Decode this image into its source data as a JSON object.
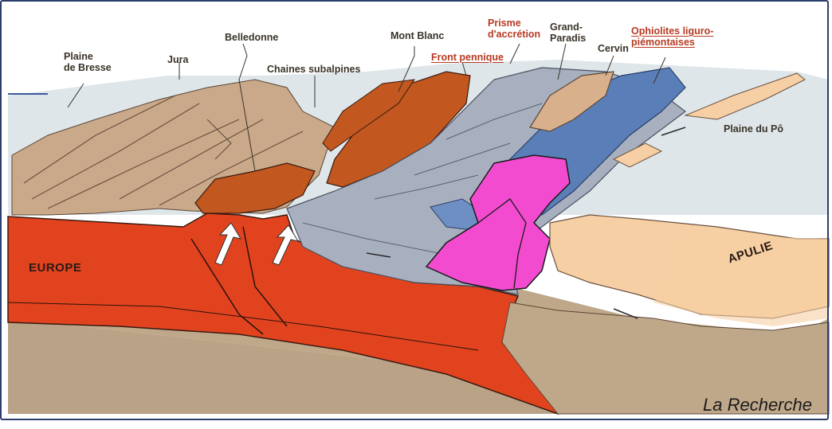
{
  "labels": {
    "plaine_bresse": "Plaine\nde Bresse",
    "jura": "Jura",
    "belledonne": "Belledonne",
    "chaines_subalpines": "Chaines subalpines",
    "mont_blanc": "Mont Blanc",
    "front_pennique": "Front pennique",
    "prisme": "Prisme\nd'accrétion",
    "grand_paradis": "Grand-\nParadis",
    "cervin": "Cervin",
    "ophiolites": "Ophiolites liguro-\npiémontaises",
    "plaine_po": "Plaine du Pô",
    "europe": "EUROPE",
    "apulie": "APULIE"
  },
  "credit": "La Recherche",
  "colors": {
    "europe_crust": "#e2431f",
    "external_zone": "#c9a98a",
    "crystalline_massifs": "#c2571f",
    "accretion_prism": "#a8b0c0",
    "ophiolites": "#5a7fb8",
    "pink_body": "#f24bd0",
    "apulia": "#f6cfa4",
    "mantle": "#bfa88a"
  },
  "icons": [
    "uplift-arrow-icon",
    "uplift-arrow-icon"
  ]
}
